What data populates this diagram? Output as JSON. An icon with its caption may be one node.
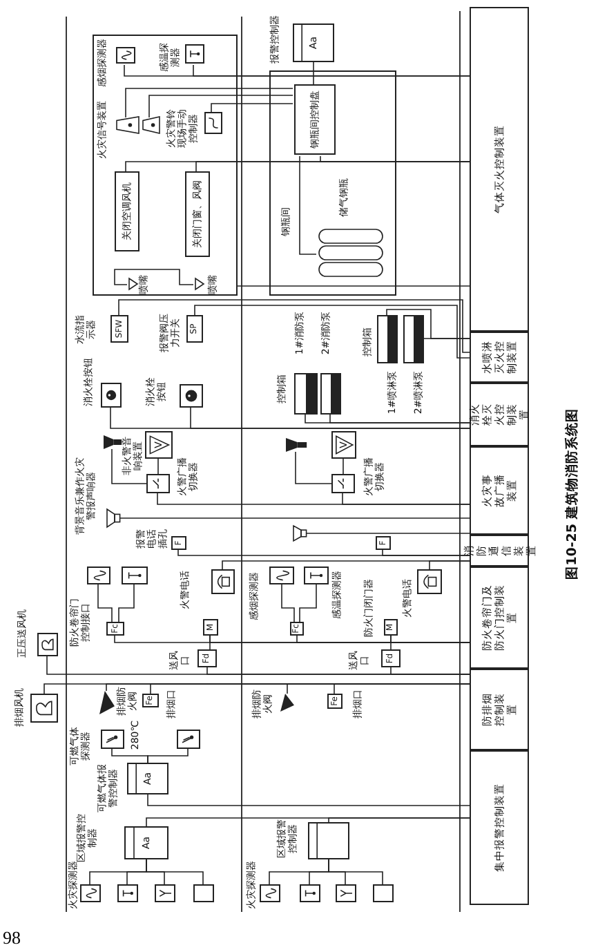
{
  "diagram": {
    "caption": "图10-25 建筑物消防系统图",
    "nodes": [
      {
        "text": [],
        "shape": "box"
      },
      {
        "text": [],
        "shape": "box",
        "in": 0,
        "beside": [
          "感烟探测器"
        ]
      },
      {
        "text": [],
        "shape": "box",
        "in": 0,
        "beside": [
          "感温探测器"
        ]
      },
      {
        "text": [],
        "shape": "bell",
        "in": 0,
        "beside": [
          "火灾信号装置"
        ]
      },
      {
        "text": [],
        "shape": "bell",
        "in": 0
      },
      {
        "text": [],
        "shape": "box",
        "in": 0,
        "beside": [
          "火灾警铃现场手动控制器"
        ]
      },
      {
        "text": [
          "关闭空调风机"
        ],
        "in": 0
      },
      {
        "text": [
          "关闭门窗、风阀"
        ],
        "in": 0
      },
      {
        "text": [],
        "shape": "triangle",
        "in": 0,
        "beside": [
          "喷嘴"
        ]
      },
      {
        "text": [],
        "shape": "triangle",
        "in": 0,
        "beside": [
          "喷嘴"
        ]
      },
      {
        "text": [
          "Aa"
        ],
        "beside": [
          "报警控制器"
        ]
      },
      {
        "text": [
          "钢瓶间"
        ]
      },
      {
        "text": [
          "钢瓶间控制盘"
        ],
        "in": 11
      },
      {
        "text": [],
        "shape": "cylinder",
        "in": 11,
        "beside": [
          "储气钢瓶"
        ]
      },
      {
        "text": [
          "气体灭火控制装置"
        ]
      },
      {
        "text": [
          "水喷淋灭火控制装置"
        ]
      },
      {
        "text": [
          "消火栓灭火控制装置"
        ]
      },
      {
        "text": [
          "火灾事故广播装置"
        ]
      },
      {
        "text": [
          "消防通信装置"
        ]
      },
      {
        "text": [
          "防火卷帘门及防火门控制装置"
        ]
      },
      {
        "text": [
          "防排烟控制装置"
        ]
      },
      {
        "text": [
          "集中报警控制装置"
        ]
      },
      {
        "text": [
          "SFW"
        ],
        "beside": [
          "水流指示器"
        ]
      },
      {
        "text": [
          "SP"
        ],
        "beside": [
          "报警阀压力开关"
        ]
      },
      {
        "text": [],
        "shape": "box",
        "beside": [
          "1#消防泵",
          "控制箱"
        ]
      },
      {
        "text": [],
        "shape": "box",
        "beside": [
          "2#消防泵"
        ]
      },
      {
        "text": [],
        "shape": "box",
        "beside": [
          "控制箱",
          "1#喷淋泵"
        ]
      },
      {
        "text": [],
        "shape": "box",
        "beside": [
          "2#喷淋泵"
        ]
      },
      {
        "text": [],
        "shape": "box",
        "beside": [
          "消火栓按钮"
        ]
      },
      {
        "text": [],
        "shape": "box",
        "beside": [
          "消火栓按钮"
        ]
      },
      {
        "text": [],
        "shape": "speaker"
      },
      {
        "text": [
          "V"
        ],
        "beside": [
          "非火警音响装置"
        ]
      },
      {
        "text": [],
        "shape": "box",
        "beside": [
          "火警广播切换器"
        ]
      },
      {
        "text": [],
        "shape": "horn",
        "beside": [
          "背景音乐兼作火灾警报声响器"
        ]
      },
      {
        "text": [],
        "shape": "speaker"
      },
      {
        "text": [
          "V"
        ]
      },
      {
        "text": [],
        "shape": "box",
        "beside": [
          "火警广播切换器"
        ]
      },
      {
        "text": [],
        "shape": "horn"
      },
      {
        "text": [
          "F"
        ],
        "beside": [
          "报警电话插孔"
        ]
      },
      {
        "text": [
          "F"
        ]
      },
      {
        "text": [],
        "shape": "box",
        "beside": [
          "火警电话"
        ]
      },
      {
        "text": [],
        "shape": "box",
        "beside": [
          "火警电话"
        ]
      },
      {
        "text": [],
        "shape": "box"
      },
      {
        "text": [],
        "shape": "box"
      },
      {
        "text": [
          "Fc"
        ],
        "beside": [
          "防火卷帘门控制接口"
        ]
      },
      {
        "text": [
          "M"
        ]
      },
      {
        "text": [
          "Fd"
        ],
        "beside": [
          "送风口"
        ]
      },
      {
        "text": [],
        "shape": "box",
        "beside": [
          "感烟探测器"
        ]
      },
      {
        "text": [],
        "shape": "box",
        "beside": [
          "感温探测器"
        ]
      },
      {
        "text": [
          "Fc"
        ]
      },
      {
        "text": [
          "M"
        ],
        "beside": [
          "防火门闭门器"
        ]
      },
      {
        "text": [
          "Fd"
        ],
        "beside": [
          "送风口"
        ]
      },
      {
        "text": [],
        "shape": "box",
        "beside": [
          "正压送风机"
        ]
      },
      {
        "text": [],
        "shape": "box",
        "beside": [
          "排烟风机"
        ]
      },
      {
        "text": [],
        "shape": "valve",
        "beside": [
          "排烟防火阀",
          "280℃"
        ]
      },
      {
        "text": [
          "Fe"
        ],
        "beside": [
          "排烟口"
        ]
      },
      {
        "text": [],
        "shape": "valve",
        "beside": [
          "排烟防火阀"
        ]
      },
      {
        "text": [
          "Fe"
        ],
        "beside": [
          "排烟口"
        ]
      },
      {
        "text": [],
        "shape": "box",
        "beside": [
          "可燃气体探测器"
        ]
      },
      {
        "text": [],
        "shape": "box"
      },
      {
        "text": [
          "Aa"
        ],
        "beside": [
          "可燃气体报警控制器"
        ]
      },
      {
        "text": [
          "Aa"
        ],
        "beside": [
          "区域报警控制器"
        ]
      },
      {
        "text": [],
        "shape": "box",
        "beside": [
          "区域报警控制器"
        ]
      },
      {
        "text": [],
        "shape": "box",
        "beside": [
          "火灾探测器"
        ]
      },
      {
        "text": [],
        "shape": "box"
      },
      {
        "text": [],
        "shape": "box"
      },
      {
        "text": [],
        "shape": "box"
      },
      {
        "text": [],
        "shape": "box",
        "beside": [
          "火灾探测器"
        ]
      },
      {
        "text": [],
        "shape": "box"
      },
      {
        "text": [],
        "shape": "box"
      },
      {
        "text": [],
        "shape": "box"
      }
    ],
    "edges": [
      {
        "from": 1,
        "to": 14,
        "arrow": "none"
      },
      {
        "from": 2,
        "to": 14,
        "arrow": "none"
      },
      {
        "from": 3,
        "to": 12,
        "arrow": "none"
      },
      {
        "from": 4,
        "to": 12,
        "arrow": "none"
      },
      {
        "from": 5,
        "to": 12,
        "arrow": "none"
      },
      {
        "from": 10,
        "to": 12,
        "arrow": "none"
      },
      {
        "from": 12,
        "to": 13,
        "arrow": "none"
      },
      {
        "from": 12,
        "to": 14,
        "arrow": "none"
      },
      {
        "from": 14,
        "to": 6,
        "arrow": "none"
      },
      {
        "from": 14,
        "to": 7,
        "arrow": "none"
      },
      {
        "from": 0,
        "to": 14,
        "arrow": "none"
      },
      {
        "from": 8,
        "to": 9,
        "arrow": "none"
      },
      {
        "from": 22,
        "to": 15,
        "arrow": "none"
      },
      {
        "from": 23,
        "to": 15,
        "arrow": "none"
      },
      {
        "from": 24,
        "to": 16,
        "arrow": "none"
      },
      {
        "from": 25,
        "to": 16,
        "arrow": "none"
      },
      {
        "from": 26,
        "to": 15,
        "arrow": "none"
      },
      {
        "from": 27,
        "to": 15,
        "arrow": "none"
      },
      {
        "from": 28,
        "to": 16,
        "arrow": "none"
      },
      {
        "from": 29,
        "to": 16,
        "arrow": "none"
      },
      {
        "from": 30,
        "to": 32,
        "arrow": "none"
      },
      {
        "from": 31,
        "to": 32,
        "arrow": "none"
      },
      {
        "from": 32,
        "to": 17,
        "arrow": "none"
      },
      {
        "from": 33,
        "to": 17,
        "arrow": "none"
      },
      {
        "from": 34,
        "to": 36,
        "arrow": "none"
      },
      {
        "from": 35,
        "to": 36,
        "arrow": "none"
      },
      {
        "from": 36,
        "to": 17,
        "arrow": "none"
      },
      {
        "from": 37,
        "to": 17,
        "arrow": "none"
      },
      {
        "from": 38,
        "to": 18,
        "arrow": "none"
      },
      {
        "from": 39,
        "to": 18,
        "arrow": "none"
      },
      {
        "from": 40,
        "to": 18,
        "arrow": "none"
      },
      {
        "from": 41,
        "to": 18,
        "arrow": "none"
      },
      {
        "from": 42,
        "to": 44,
        "arrow": "none"
      },
      {
        "from": 43,
        "to": 44,
        "arrow": "none"
      },
      {
        "from": 44,
        "to": 19,
        "arrow": "none"
      },
      {
        "from": 45,
        "to": 46,
        "arrow": "none"
      },
      {
        "from": 45,
        "to": 19,
        "arrow": "none"
      },
      {
        "from": 46,
        "to": 20,
        "arrow": "none"
      },
      {
        "from": 47,
        "to": 49,
        "arrow": "none"
      },
      {
        "from": 48,
        "to": 49,
        "arrow": "none"
      },
      {
        "from": 49,
        "to": 19,
        "arrow": "none"
      },
      {
        "from": 50,
        "to": 51,
        "arrow": "none"
      },
      {
        "from": 50,
        "to": 19,
        "arrow": "none"
      },
      {
        "from": 51,
        "to": 20,
        "arrow": "none"
      },
      {
        "from": 52,
        "to": 20,
        "arrow": "none"
      },
      {
        "from": 53,
        "to": 20,
        "arrow": "none"
      },
      {
        "from": 54,
        "to": 20,
        "arrow": "none"
      },
      {
        "from": 55,
        "to": 20,
        "arrow": "none"
      },
      {
        "from": 56,
        "to": 20,
        "arrow": "none"
      },
      {
        "from": 57,
        "to": 20,
        "arrow": "none"
      },
      {
        "from": 58,
        "to": 60,
        "arrow": "none"
      },
      {
        "from": 59,
        "to": 60,
        "arrow": "none"
      },
      {
        "from": 60,
        "to": 21,
        "arrow": "none"
      },
      {
        "from": 61,
        "to": 21,
        "arrow": "none"
      },
      {
        "from": 62,
        "to": 21,
        "arrow": "none"
      },
      {
        "from": 63,
        "to": 61,
        "arrow": "none"
      },
      {
        "from": 64,
        "to": 61,
        "arrow": "none"
      },
      {
        "from": 65,
        "to": 61,
        "arrow": "none"
      },
      {
        "from": 66,
        "to": 61,
        "arrow": "none"
      },
      {
        "from": 67,
        "to": 62,
        "arrow": "none"
      },
      {
        "from": 68,
        "to": 62,
        "arrow": "none"
      },
      {
        "from": 69,
        "to": 62,
        "arrow": "none"
      },
      {
        "from": 70,
        "to": 62,
        "arrow": "none"
      }
    ],
    "labels": [
      "98"
    ]
  }
}
